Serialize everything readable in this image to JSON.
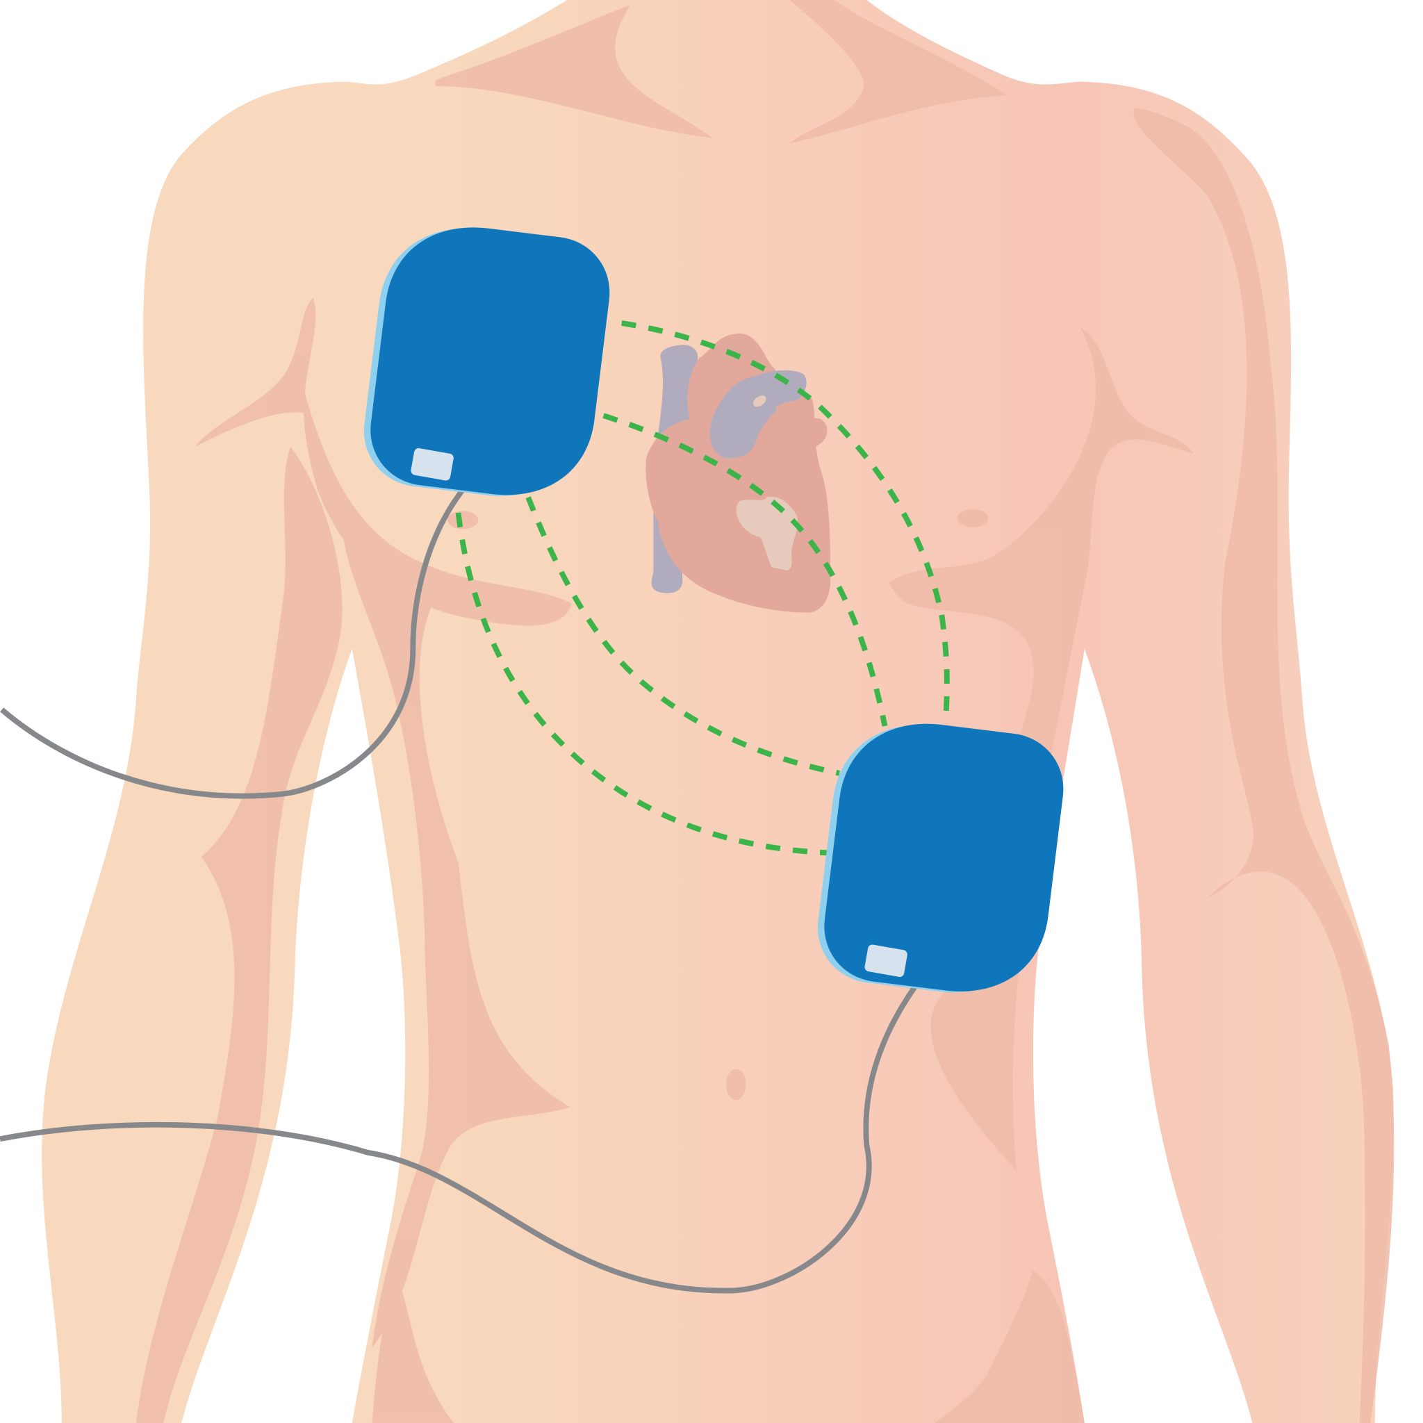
{
  "illustration": {
    "subject": "defibrillator-pads-on-chest",
    "icons": [
      "torso-illustration",
      "heart-icon",
      "defibrillator-pad-icon",
      "pad-connector-tab-icon",
      "cable-icon",
      "current-path-dashes"
    ],
    "colors": {
      "skin_left": "#f8d9bd",
      "skin_right": "#f7c5b6",
      "skin_shadow": "#efbba8",
      "pad_blue": "#1076bc",
      "pad_edge": "#8fd0ef",
      "pad_tab": "#d6e3ee",
      "cable": "#87888b",
      "current_path": "#3bb54a",
      "heart": "#e3a89c",
      "vessel": "#b1acbd",
      "valve": "#e6cbbd"
    }
  }
}
